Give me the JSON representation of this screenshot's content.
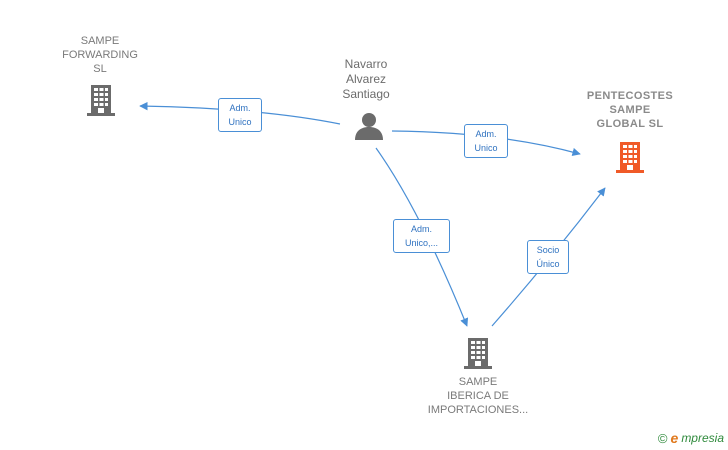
{
  "nodes": {
    "forwarding": {
      "lines": [
        "SAMPE",
        "FORWARDING",
        "SL"
      ],
      "color": "#6b6b6b"
    },
    "person": {
      "lines": [
        "Navarro",
        "Alvarez",
        "Santiago"
      ],
      "color": "#6b6b6b"
    },
    "pentecostes": {
      "lines": [
        "PENTECOSTES",
        "SAMPE",
        "GLOBAL  SL"
      ],
      "color": "#f05a28"
    },
    "iberica": {
      "lines": [
        "SAMPE",
        "IBERICA DE",
        "IMPORTACIONES..."
      ],
      "color": "#6b6b6b"
    }
  },
  "edges": {
    "e1": {
      "lines": [
        "Adm.",
        "Unico"
      ]
    },
    "e2": {
      "lines": [
        "Adm.",
        "Unico"
      ]
    },
    "e3": {
      "lines": [
        "Adm.",
        "Unico,..."
      ]
    },
    "e4": {
      "lines": [
        "Socio",
        "Único"
      ]
    }
  },
  "colors": {
    "edge": "#4a8fd6",
    "text": "#7a7a7a"
  },
  "watermark": {
    "copyright": "©",
    "brand_initial": "e",
    "brand_rest": "mpresia"
  }
}
